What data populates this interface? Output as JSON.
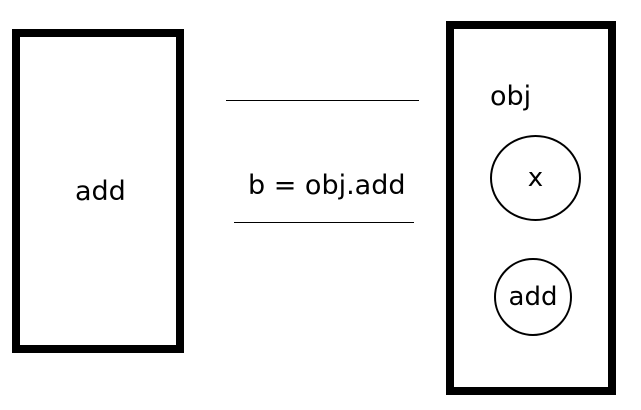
{
  "left_box": {
    "label": "add"
  },
  "middle": {
    "statement": "b = obj.add"
  },
  "right_box": {
    "title": "obj",
    "circles": [
      {
        "label": "x"
      },
      {
        "label": "add"
      }
    ]
  }
}
